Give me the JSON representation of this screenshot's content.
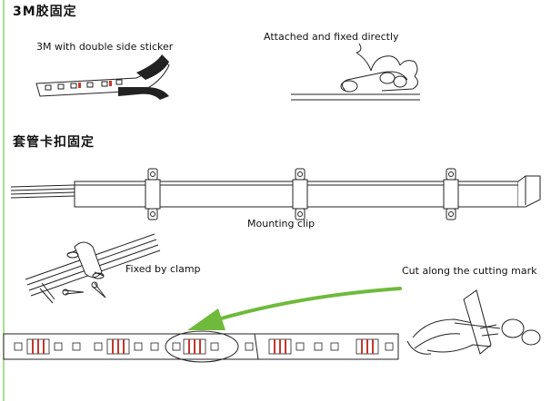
{
  "section_3m": {
    "heading": "3M胶固定",
    "caption_sticker": "3M with double side sticker",
    "caption_attached": "Attached and fixed directly"
  },
  "section_clip": {
    "heading": "套管卡扣固定",
    "caption_mounting": "Mounting clip",
    "caption_clamp": "Fixed by clamp",
    "caption_cut": "Cut along the cutting mark"
  },
  "colors": {
    "accent_arrow": "#6fba3c",
    "led_red": "#c0392b",
    "line": "#222222",
    "connector": "#8fd36a"
  }
}
